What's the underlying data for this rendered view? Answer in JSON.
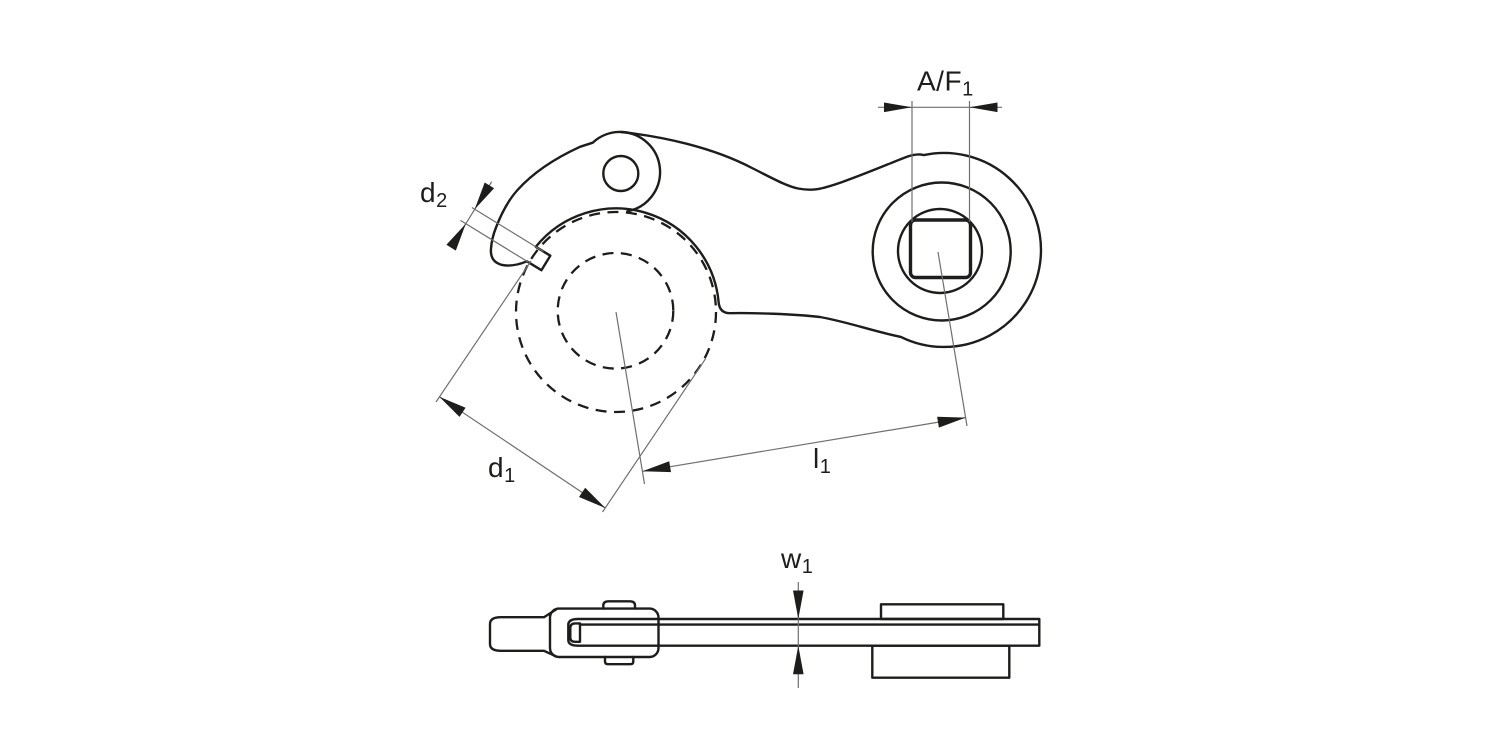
{
  "drawing": {
    "title": "hook-wrench-two-view-dimension-drawing",
    "description": "Engineering line drawing: top view of a hook wrench with ring end, square drive hole, pivot hole and gripped round part shown dashed; side view of flat bar assembly; five dimension callouts",
    "colors": {
      "background": "#ffffff",
      "outline": "#1d1d1b",
      "hidden_line": "#1d1d1b",
      "dim_line": "#6f6f6f",
      "arrow": "#1d1d1b",
      "label_text": "#1d1d1b"
    },
    "labels": {
      "af1": {
        "base": "A/F",
        "sub": "1"
      },
      "d2": {
        "base": "d",
        "sub": "2"
      },
      "d1": {
        "base": "d",
        "sub": "1"
      },
      "l1": {
        "base": "l",
        "sub": "1"
      },
      "w1": {
        "base": "w",
        "sub": "1"
      }
    }
  }
}
